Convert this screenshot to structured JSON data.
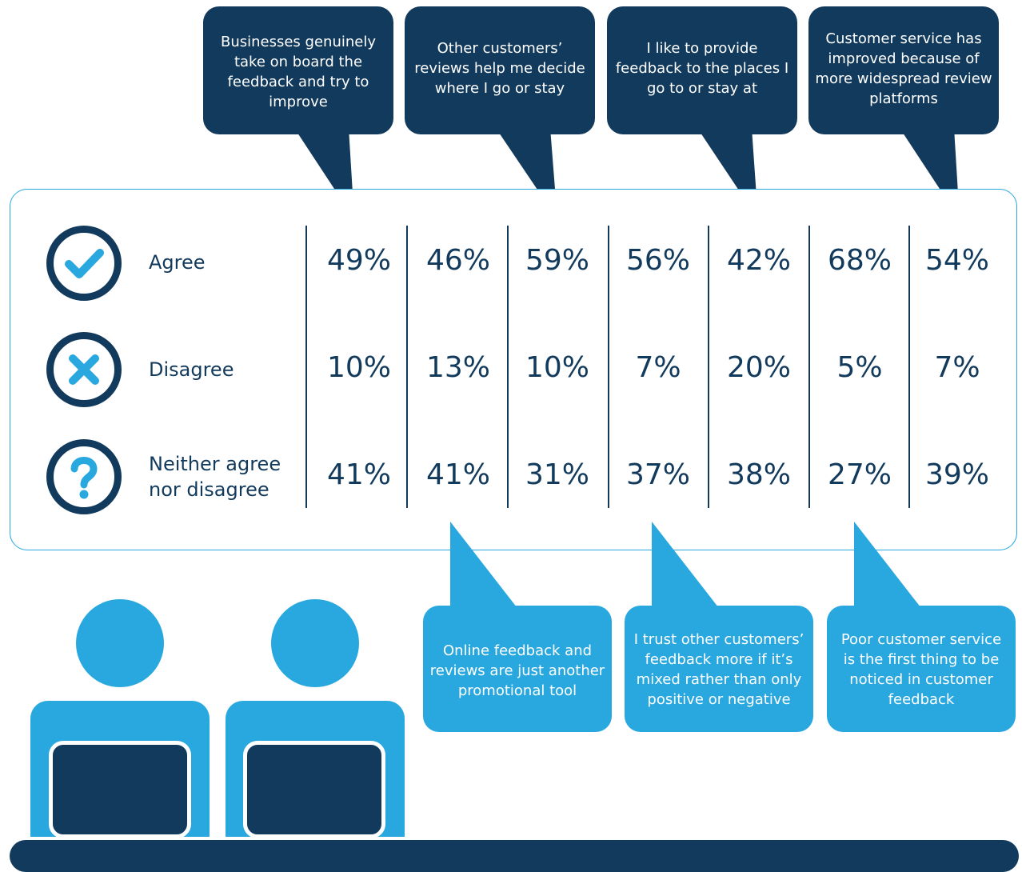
{
  "colors": {
    "dark": "#123a5c",
    "light": "#29a8e0"
  },
  "top_bubbles": [
    {
      "text": "Businesses genuinely take on board the feedback and try to improve"
    },
    {
      "text": "Other customers’ reviews help me decide where I go or stay"
    },
    {
      "text": "I like to provide feedback to the places I go to or stay at"
    },
    {
      "text": "Customer service has improved because of more widespread review platforms"
    }
  ],
  "bottom_bubbles": [
    {
      "text": "Online feedback and reviews are just another promotional tool"
    },
    {
      "text": "I trust other customers’ feedback more if it’s mixed rather than only positive or negative"
    },
    {
      "text": "Poor customer service is the first thing to be noticed in customer feedback"
    }
  ],
  "rows": [
    {
      "label": "Agree",
      "icon": "check-icon"
    },
    {
      "label": "Disagree",
      "icon": "cross-icon"
    },
    {
      "label": "Neither agree nor disagree",
      "icon": "question-icon"
    }
  ],
  "chart_data": {
    "type": "table",
    "statements": [
      "Businesses genuinely take on board the feedback and try to improve",
      "Online feedback and reviews are just another promotional tool",
      "Other customers’ reviews help me decide where I go or stay",
      "I trust other customers’ feedback more if it’s mixed rather than only positive or negative",
      "I like to provide feedback to the places I go to or stay at",
      "Poor customer service is the first thing to be noticed in customer feedback",
      "Customer service has improved because of more widespread review platforms"
    ],
    "series": [
      {
        "name": "Agree",
        "values": [
          "49%",
          "46%",
          "59%",
          "56%",
          "42%",
          "68%",
          "54%"
        ]
      },
      {
        "name": "Disagree",
        "values": [
          "10%",
          "13%",
          "10%",
          "7%",
          "20%",
          "5%",
          "7%"
        ]
      },
      {
        "name": "Neither agree nor disagree",
        "values": [
          "41%",
          "41%",
          "31%",
          "37%",
          "38%",
          "27%",
          "39%"
        ]
      }
    ]
  }
}
